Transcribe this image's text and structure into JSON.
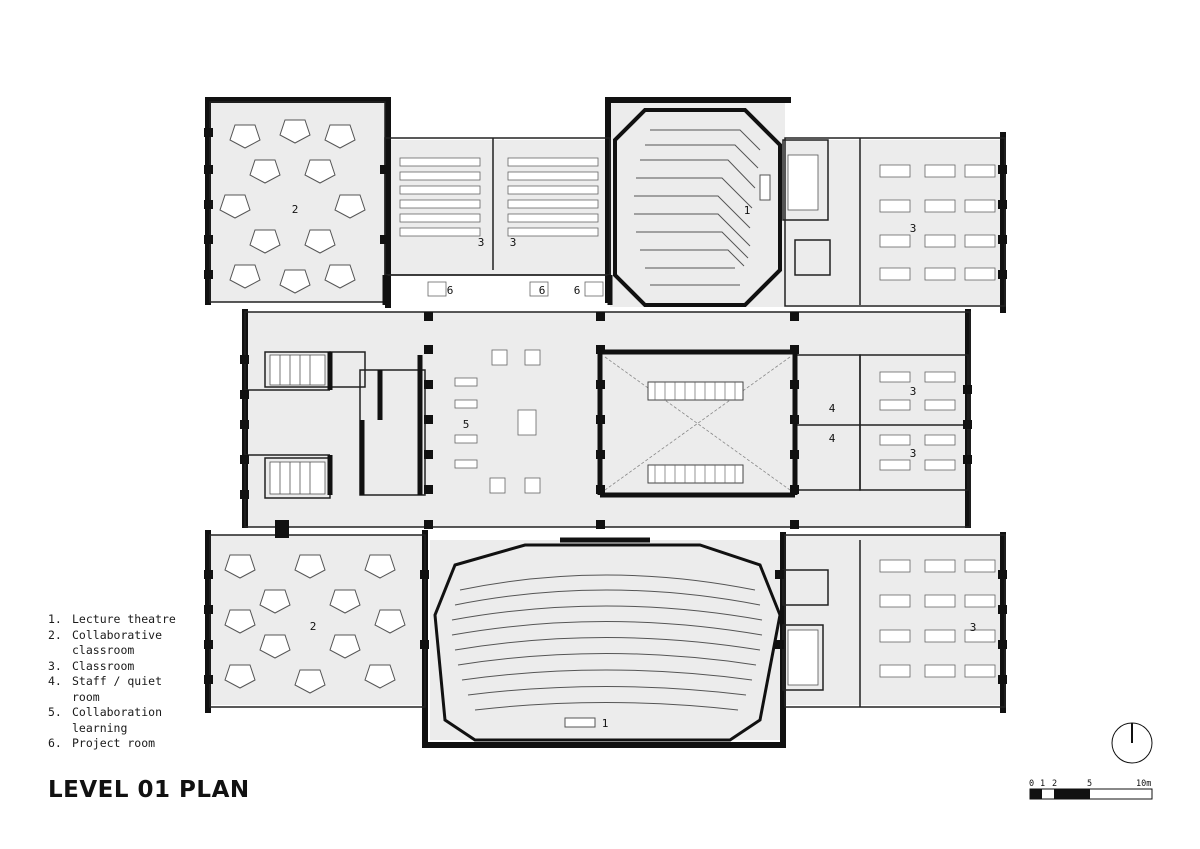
{
  "title": "LEVEL 01 PLAN",
  "legend": [
    {
      "num": "1.",
      "text": "Lecture theatre"
    },
    {
      "num": "2.",
      "text": "Collaborative classroom"
    },
    {
      "num": "3.",
      "text": "Classroom"
    },
    {
      "num": "4.",
      "text": "Staff / quiet room"
    },
    {
      "num": "5.",
      "text": "Collaboration learning"
    },
    {
      "num": "6.",
      "text": "Project room"
    }
  ],
  "room_labels": {
    "collab_nw": "2",
    "class_a": "3",
    "class_b": "3",
    "theatre_n": "1",
    "class_ne": "3",
    "proj_a": "6",
    "proj_b": "6",
    "proj_c": "6",
    "learning": "5",
    "staff_a": "4",
    "staff_b": "4",
    "class_e1": "3",
    "class_e2": "3",
    "collab_sw": "2",
    "theatre_s": "1",
    "class_se": "3"
  },
  "scale_bar": {
    "t0": "0",
    "t1": "1",
    "t2": "2",
    "t5": "5",
    "t10": "10m"
  },
  "north_arrow_icon": "north-arrow-icon"
}
